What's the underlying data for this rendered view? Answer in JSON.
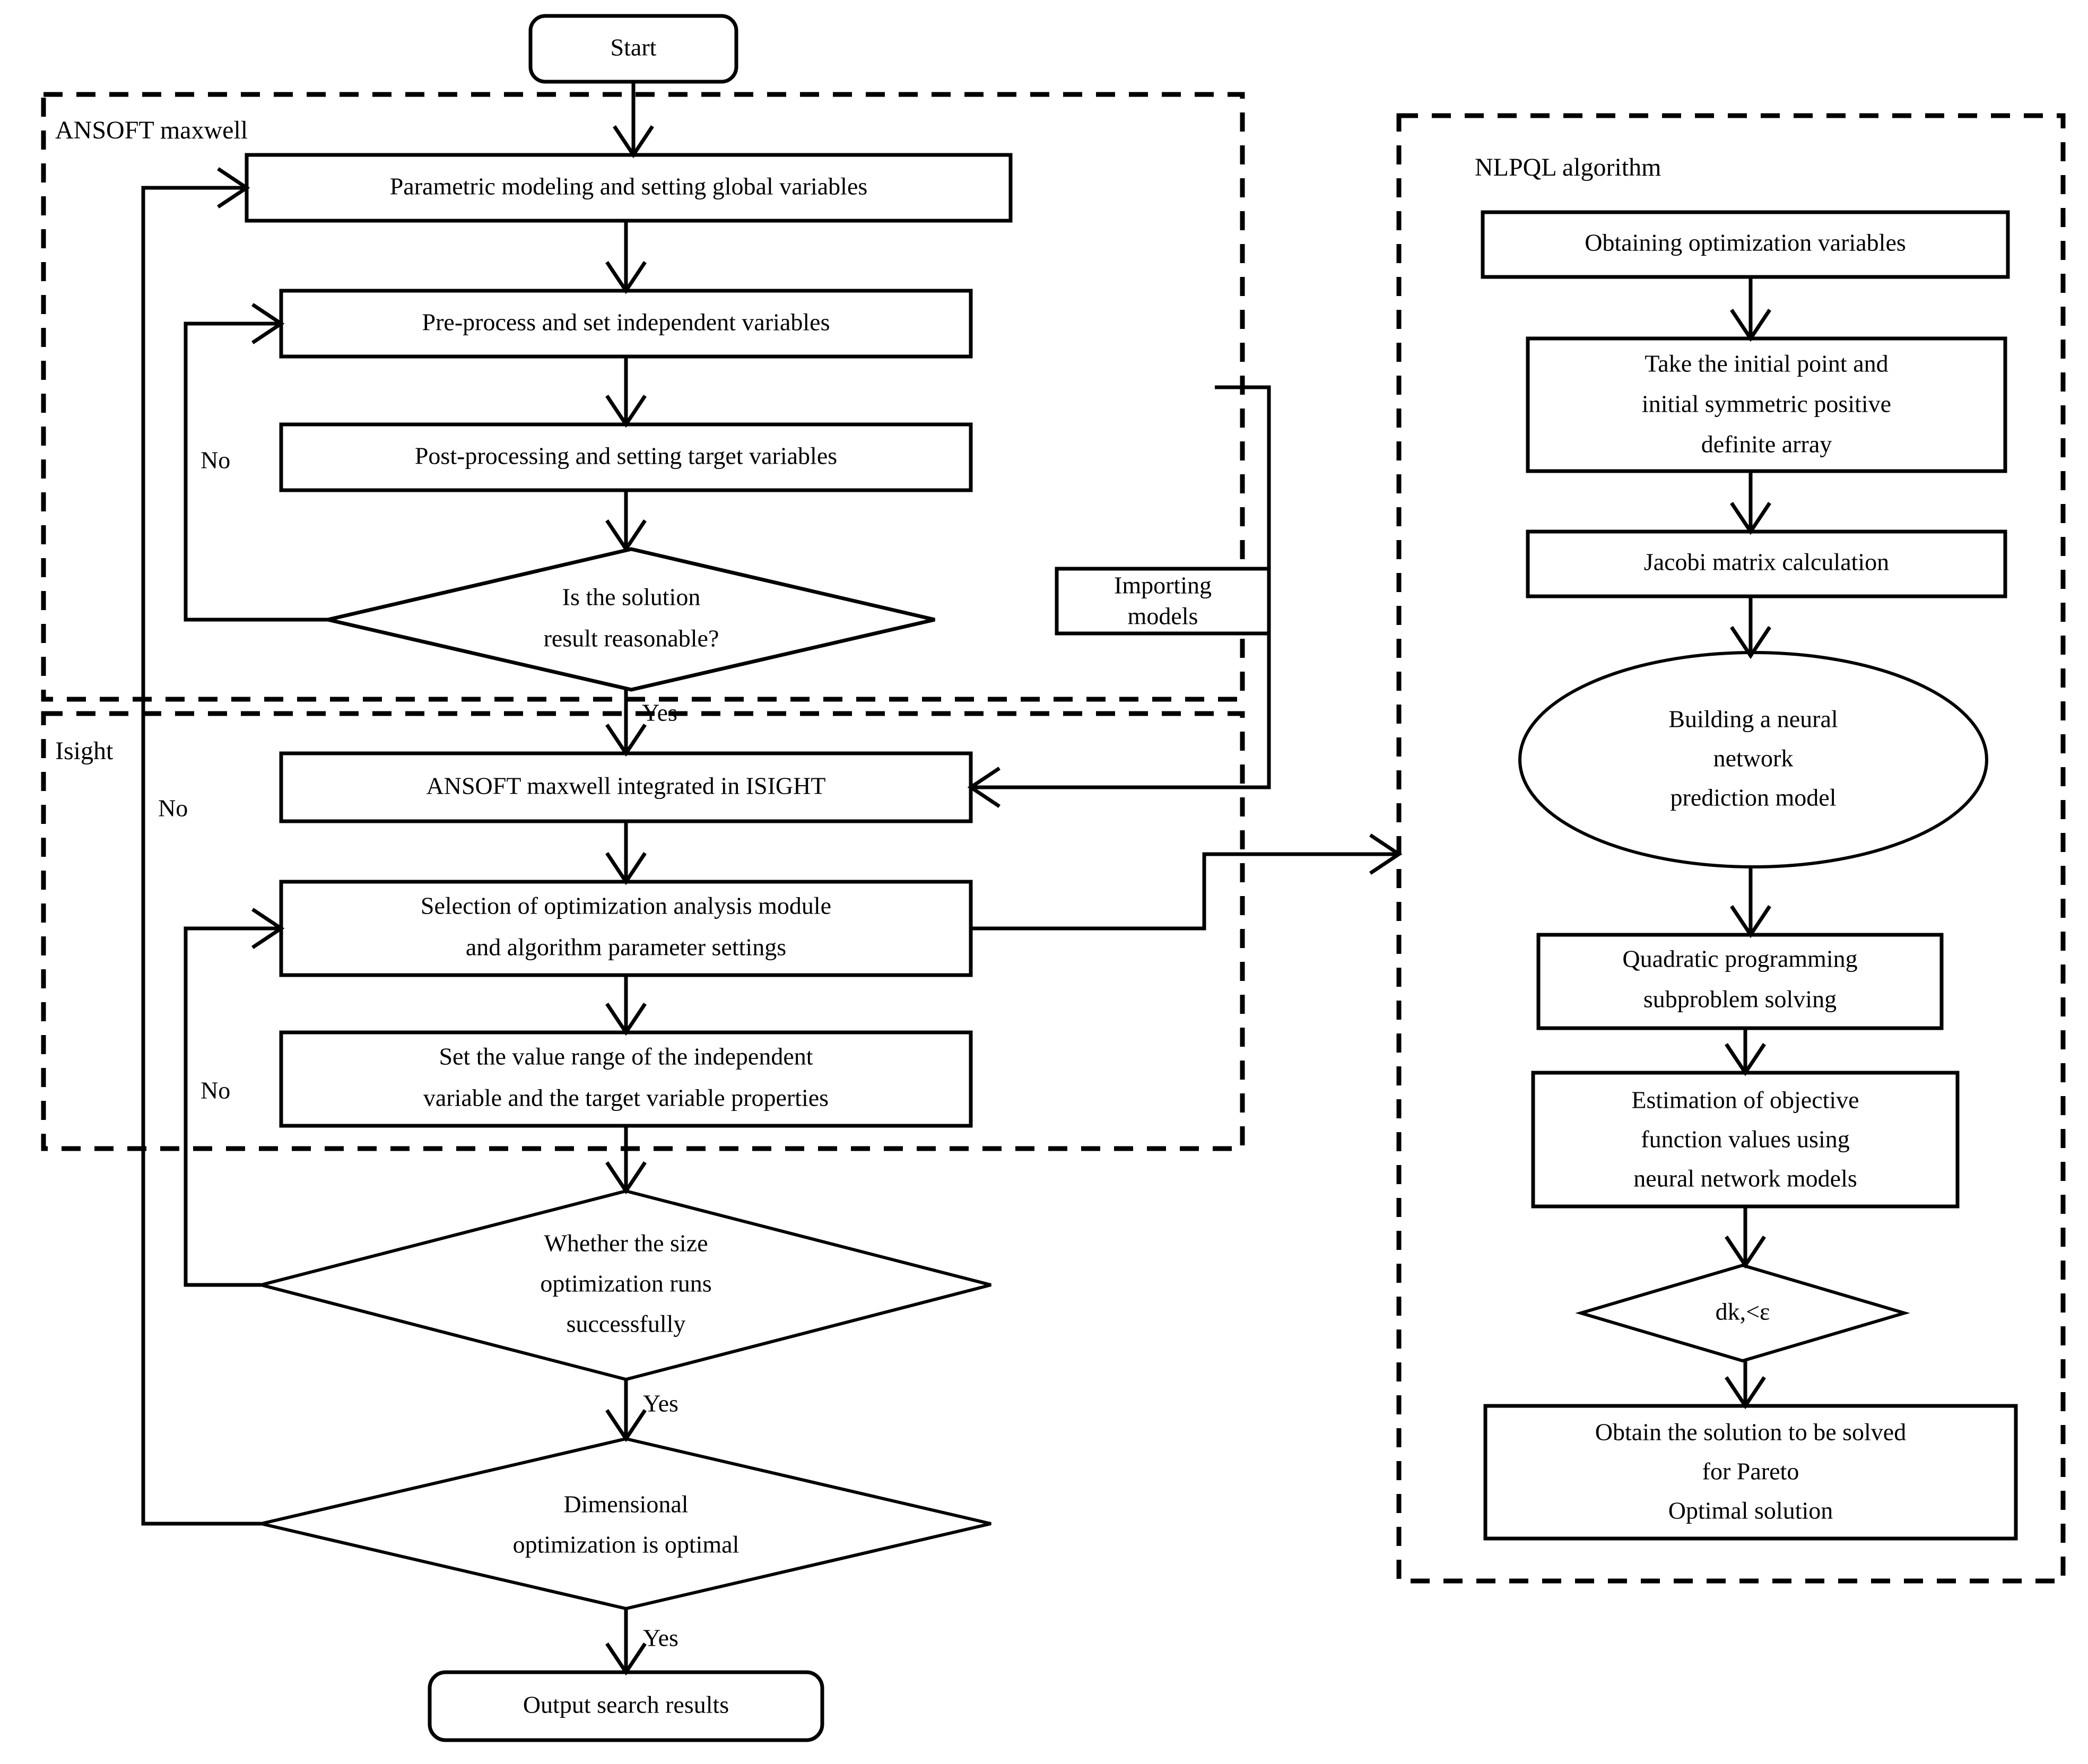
{
  "diagram": {
    "title": "Optimization workflow flowchart",
    "groups": [
      {
        "id": "ansoft",
        "label": "ANSOFT maxwell"
      },
      {
        "id": "isight",
        "label": "Isight"
      },
      {
        "id": "nlpql",
        "label": "NLPQL algorithm"
      }
    ],
    "nodes": {
      "start": "Start",
      "parametric_modeling": "Parametric modeling and setting global variables",
      "pre_process": "Pre-process and set independent variables",
      "post_process": "Post-processing and setting target variables",
      "solution_reasonable_l1": "Is the solution",
      "solution_reasonable_l2": "result reasonable?",
      "importing_models_l1": "Importing",
      "importing_models_l2": "models",
      "integrated_isight": "ANSOFT maxwell integrated in ISIGHT",
      "selection_module_l1": "Selection of optimization analysis module",
      "selection_module_l2": "and algorithm parameter settings",
      "value_range_l1": "Set the value range of the independent",
      "value_range_l2": "variable and the target variable properties",
      "size_opt_l1": "Whether the size",
      "size_opt_l2": "optimization runs",
      "size_opt_l3": "successfully",
      "dim_opt_l1": "Dimensional",
      "dim_opt_l2": "optimization is optimal",
      "output_results": "Output search results",
      "obtaining_vars": "Obtaining optimization variables",
      "initial_point_l1": "Take the initial point and",
      "initial_point_l2": "initial symmetric positive",
      "initial_point_l3": "definite array",
      "jacobi": "Jacobi matrix calculation",
      "neural_net_l1": "Building a neural",
      "neural_net_l2": "network",
      "neural_net_l3": "prediction model",
      "quadratic_l1": "Quadratic programming",
      "quadratic_l2": "subproblem solving",
      "estimation_l1": "Estimation of objective",
      "estimation_l2": "function values using",
      "estimation_l3": "neural network models",
      "dk_eps": "dk,<ε",
      "pareto_l1": "Obtain the solution to be solved",
      "pareto_l2": "for Pareto",
      "pareto_l3": "Optimal solution"
    },
    "edge_labels": {
      "no_upper": "No",
      "no_isight_left": "No",
      "no_isight_lower": "No",
      "yes_reasonable": "Yes",
      "yes_size_opt": "Yes",
      "yes_dim_opt": "Yes"
    },
    "colors": {
      "stroke": "#000000",
      "fill": "#ffffff",
      "background": "#ffffff"
    }
  }
}
